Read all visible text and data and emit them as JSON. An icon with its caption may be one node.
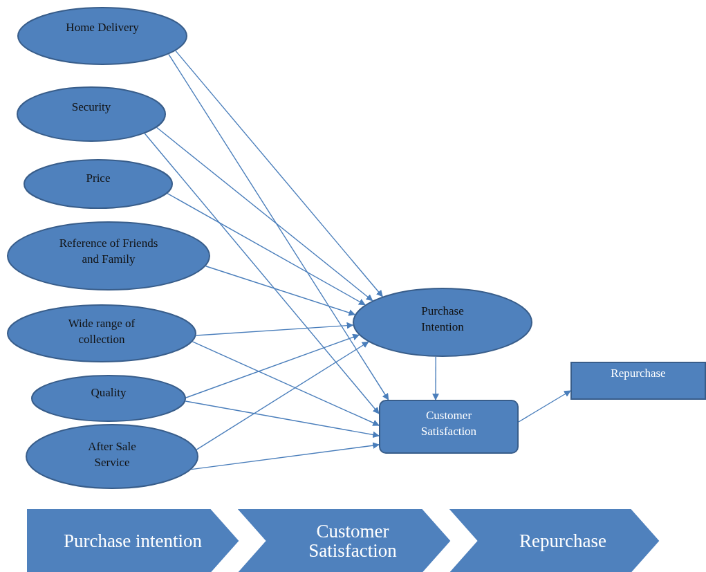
{
  "diagram": {
    "nodes": [
      {
        "text": [
          "Home Delivery"
        ]
      },
      {
        "text": [
          "Security"
        ]
      },
      {
        "text": [
          "Price"
        ]
      },
      {
        "text": [
          "Reference of Friends and Family"
        ]
      },
      {
        "text": [
          "Wide range of collection"
        ]
      },
      {
        "text": [
          "Quality"
        ]
      },
      {
        "text": [
          "After Sale Service"
        ]
      },
      {
        "text": [
          "Purchase Intention"
        ]
      },
      {
        "text": [
          "Customer Satisfaction"
        ]
      },
      {
        "text": [
          "Repurchase"
        ]
      },
      {
        "text": [
          "Purchase intention"
        ]
      },
      {
        "text": [
          "Customer Satisfaction"
        ]
      },
      {
        "text": [
          "Repurchase"
        ]
      }
    ],
    "edges": [
      {
        "from": 0,
        "to": 7,
        "arrow": "to"
      },
      {
        "from": 1,
        "to": 7,
        "arrow": "to"
      },
      {
        "from": 2,
        "to": 7,
        "arrow": "to"
      },
      {
        "from": 3,
        "to": 7,
        "arrow": "to"
      },
      {
        "from": 4,
        "to": 7,
        "arrow": "to"
      },
      {
        "from": 5,
        "to": 7,
        "arrow": "to"
      },
      {
        "from": 6,
        "to": 7,
        "arrow": "to"
      },
      {
        "from": 0,
        "to": 8,
        "arrow": "to"
      },
      {
        "from": 1,
        "to": 8,
        "arrow": "to"
      },
      {
        "from": 4,
        "to": 8,
        "arrow": "to"
      },
      {
        "from": 5,
        "to": 8,
        "arrow": "to"
      },
      {
        "from": 6,
        "to": 8,
        "arrow": "to"
      },
      {
        "from": 7,
        "to": 8,
        "arrow": "to"
      },
      {
        "from": 8,
        "to": 9,
        "arrow": "to"
      }
    ]
  }
}
